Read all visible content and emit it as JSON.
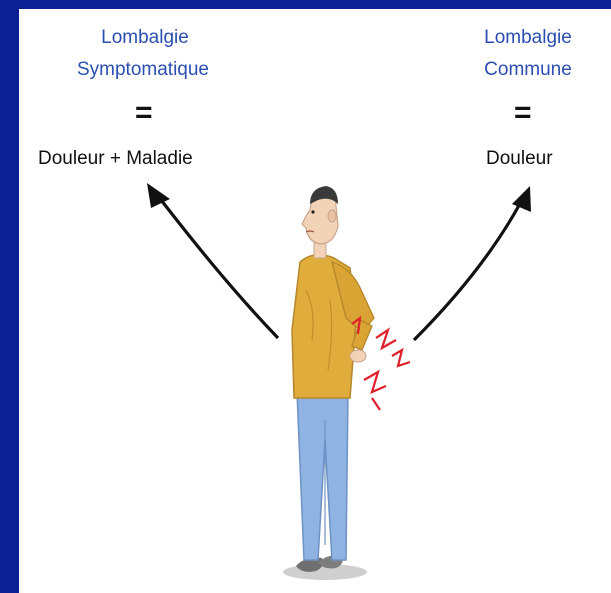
{
  "left": {
    "title_line1": "Lombalgie",
    "title_line2": "Symptomatique",
    "equals": "=",
    "definition": "Douleur + Maladie"
  },
  "right": {
    "title_line1": "Lombalgie",
    "title_line2": "Commune",
    "equals": "=",
    "definition": "Douleur"
  },
  "colors": {
    "slide_background": "#0c1f93",
    "title_blue": "#2a4fb0",
    "sweater": "#e0ad3c",
    "trousers": "#8fb4e3",
    "pain_marks": "#e0202a"
  },
  "illustration": {
    "subject": "man-with-back-pain-icon"
  }
}
